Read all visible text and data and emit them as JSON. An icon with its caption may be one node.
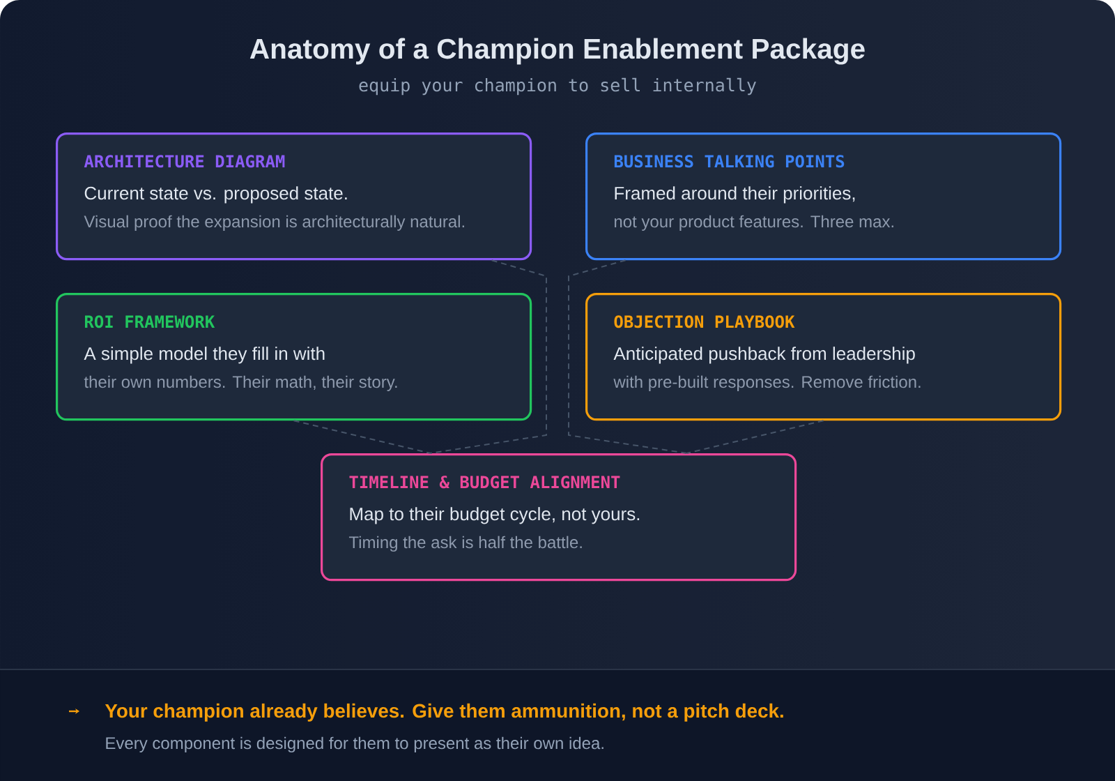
{
  "diagram": {
    "title": "Anatomy of a Champion Enablement Package",
    "nodes": [
      {
        "text": [
          "ARCHITECTURE DIAGRAM",
          "Current state vs. proposed state.",
          "Visual proof the expansion is architecturally natural."
        ]
      },
      {
        "text": [
          "ROI FRAMEWORK",
          "A simple model they fill in with",
          "their own numbers. Their math, their story."
        ]
      },
      {
        "text": [
          "BUSINESS TALKING POINTS",
          "Framed around their priorities,",
          "not your product features. Three max."
        ]
      },
      {
        "text": [
          "OBJECTION PLAYBOOK",
          "Anticipated pushback from leadership",
          "with pre-built responses. Remove friction."
        ]
      },
      {
        "text": [
          "TIMELINE & BUDGET ALIGNMENT",
          "Map to their budget cycle, not yours.",
          "Timing the ask is half the battle."
        ]
      }
    ],
    "edges": [
      {
        "from": 0,
        "to": 4,
        "arrow": "none",
        "style": "dashed"
      },
      {
        "from": 1,
        "to": 4,
        "arrow": "none",
        "style": "dashed"
      },
      {
        "from": 2,
        "to": 4,
        "arrow": "none",
        "style": "dashed"
      },
      {
        "from": 3,
        "to": 4,
        "arrow": "none",
        "style": "dashed"
      }
    ],
    "labels": [
      "equip your champion to sell internally",
      "Your champion already believes. Give them ammunition, not a pitch deck.",
      "Every component is designed for them to present as their own idea."
    ]
  }
}
